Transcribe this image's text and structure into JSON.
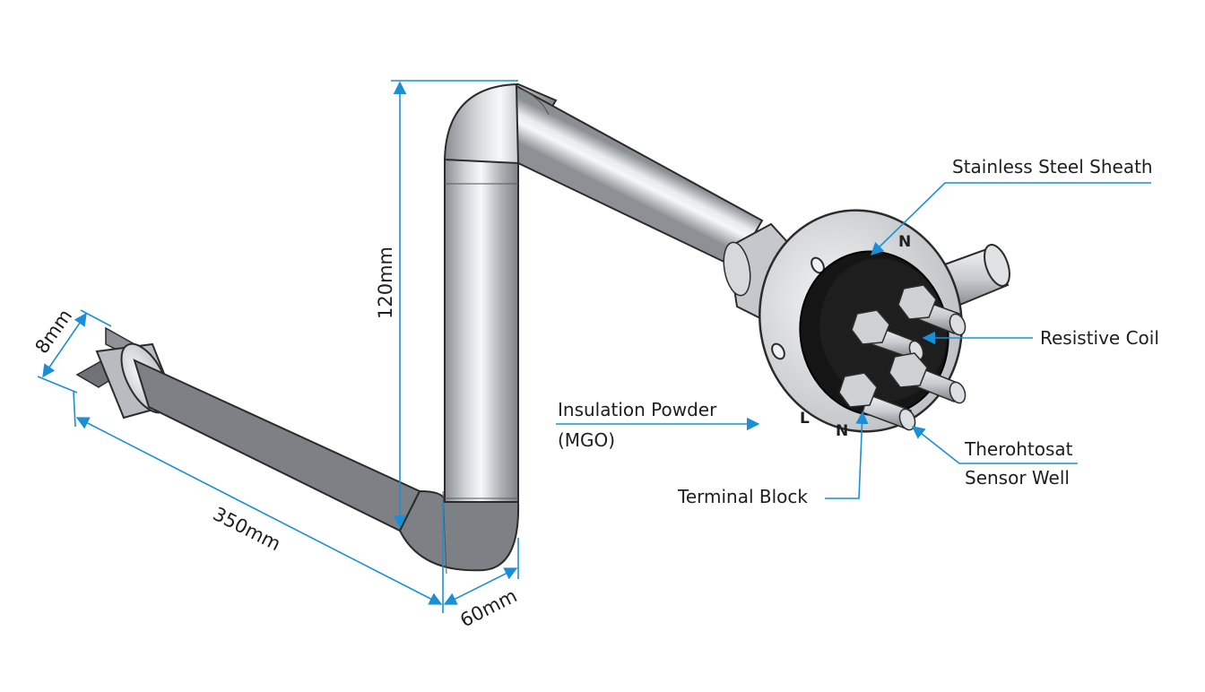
{
  "dimensions": {
    "length": "350mm",
    "height": "120mm",
    "offset": "60mm",
    "diameter": "8mm"
  },
  "callouts": {
    "sheath": "Stainless Steel Sheath",
    "coil": "Resistive Coil",
    "insulation_line1": "Insulation Powder",
    "insulation_line2": "(MGO)",
    "thermostat_line1": "Therohtosat",
    "thermostat_line2": "Sensor Well",
    "terminal": "Terminal Block"
  },
  "terminal_marks": {
    "top": "N",
    "left": "L",
    "bottom": "N"
  },
  "colors": {
    "dimension_line": "#1b8fd6",
    "steel_light": "#f4f5f6",
    "steel_dark": "#8b8f94",
    "outline": "#2b2b2b",
    "terminal_block": "#151515"
  }
}
